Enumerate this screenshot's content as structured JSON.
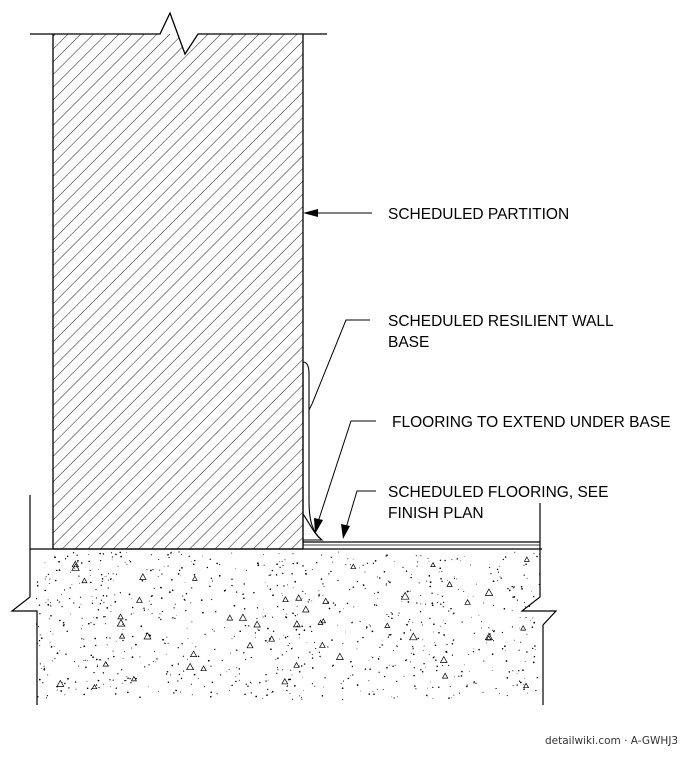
{
  "callouts": {
    "partition": "SCHEDULED PARTITION",
    "wall_base_line1": "SCHEDULED RESILIENT WALL",
    "wall_base_line2": "BASE",
    "flooring_extend": "FLOORING TO EXTEND UNDER BASE",
    "flooring_line1": "SCHEDULED FLOORING, SEE",
    "flooring_line2": "FINISH PLAN"
  },
  "credit": "detailwiki.com · A-GWHJ3"
}
